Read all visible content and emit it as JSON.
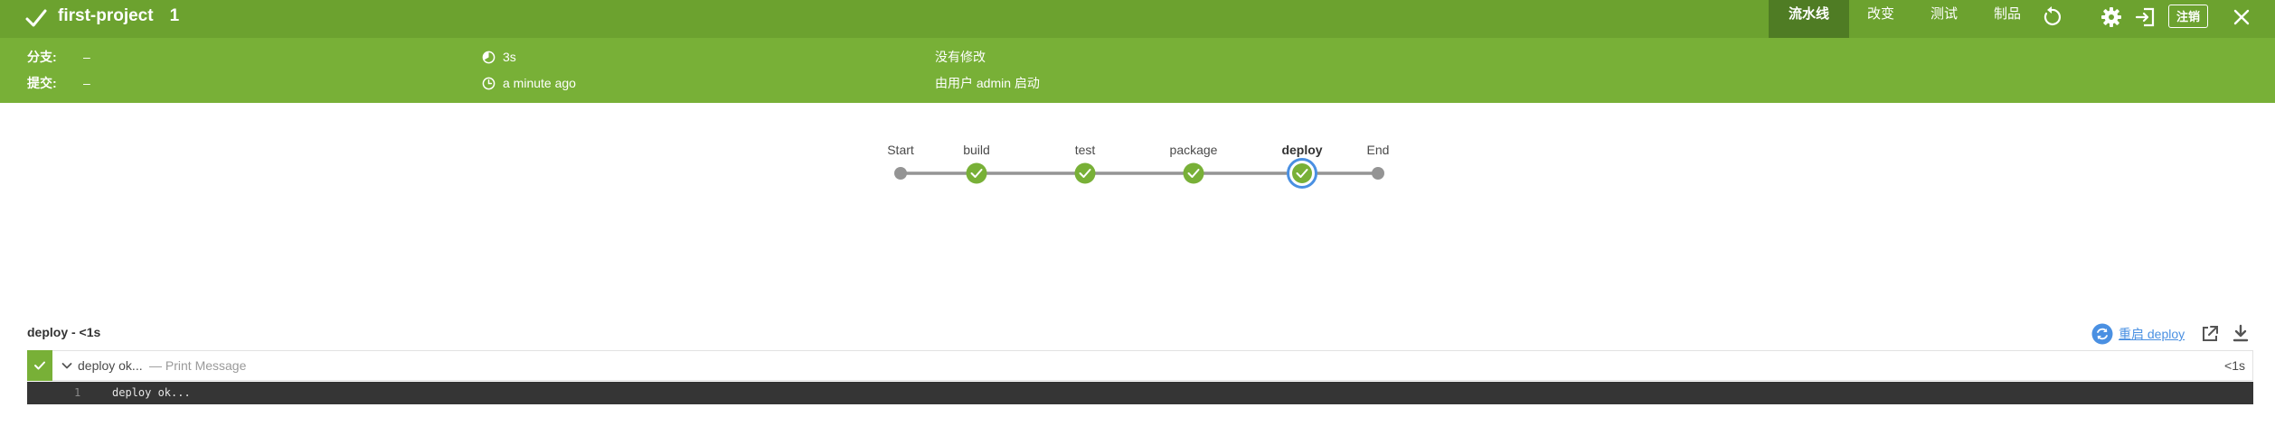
{
  "header": {
    "project_name": "first-project",
    "run_number": "1",
    "status": "success",
    "tabs": [
      {
        "label": "流水线",
        "active": true
      },
      {
        "label": "改变",
        "active": false
      },
      {
        "label": "测试",
        "active": false
      },
      {
        "label": "制品",
        "active": false
      }
    ],
    "icons": [
      "check-icon",
      "replay-icon",
      "gear-icon",
      "exit-icon",
      "close-icon"
    ],
    "logout_label": "注销"
  },
  "summary": {
    "branch_label": "分支:",
    "branch_value": "–",
    "commit_label": "提交:",
    "commit_value": "–",
    "duration": "3s",
    "time_ago": "a minute ago",
    "changes": "没有修改",
    "started_by": "由用户 admin 启动"
  },
  "pipeline": {
    "stages": [
      {
        "label": "Start",
        "kind": "terminal"
      },
      {
        "label": "build",
        "kind": "success"
      },
      {
        "label": "test",
        "kind": "success"
      },
      {
        "label": "package",
        "kind": "success"
      },
      {
        "label": "deploy",
        "kind": "success",
        "selected": true
      },
      {
        "label": "End",
        "kind": "terminal"
      }
    ]
  },
  "step_detail": {
    "title": "deploy - <1s",
    "restart_label": "重启 deploy",
    "steps": [
      {
        "name": "deploy ok...",
        "description": "— Print Message",
        "duration": "<1s",
        "status": "success"
      }
    ],
    "log": [
      {
        "line": "1",
        "text": "deploy ok..."
      }
    ]
  },
  "colors": {
    "header_bg": "#6ca22f",
    "summary_bg": "#78b037",
    "active_tab_bg": "#4f7c24",
    "success": "#78b037",
    "selected_ring": "#4a90e2",
    "terminal_node": "#949494",
    "log_bg": "#353535"
  }
}
